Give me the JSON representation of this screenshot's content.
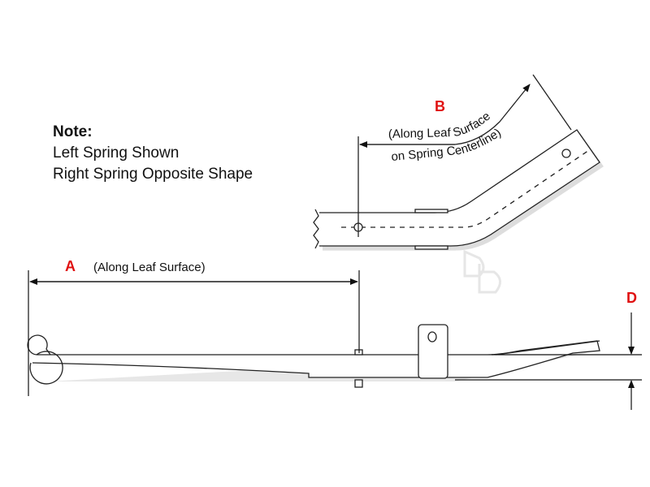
{
  "note": {
    "heading": "Note:",
    "lines": [
      "Left Spring Shown",
      "Right Spring Opposite Shape"
    ]
  },
  "dimensions": {
    "a": {
      "letter": "A",
      "caption": "(Along Leaf Surface)"
    },
    "b": {
      "letter": "B",
      "caption_line1": "(Along Leaf Surface",
      "caption_line2": "on Spring Centerline)"
    },
    "d": {
      "letter": "D"
    }
  },
  "colors": {
    "accent": "#e01010",
    "line": "#222222",
    "shadow": "#d8d8d8"
  }
}
